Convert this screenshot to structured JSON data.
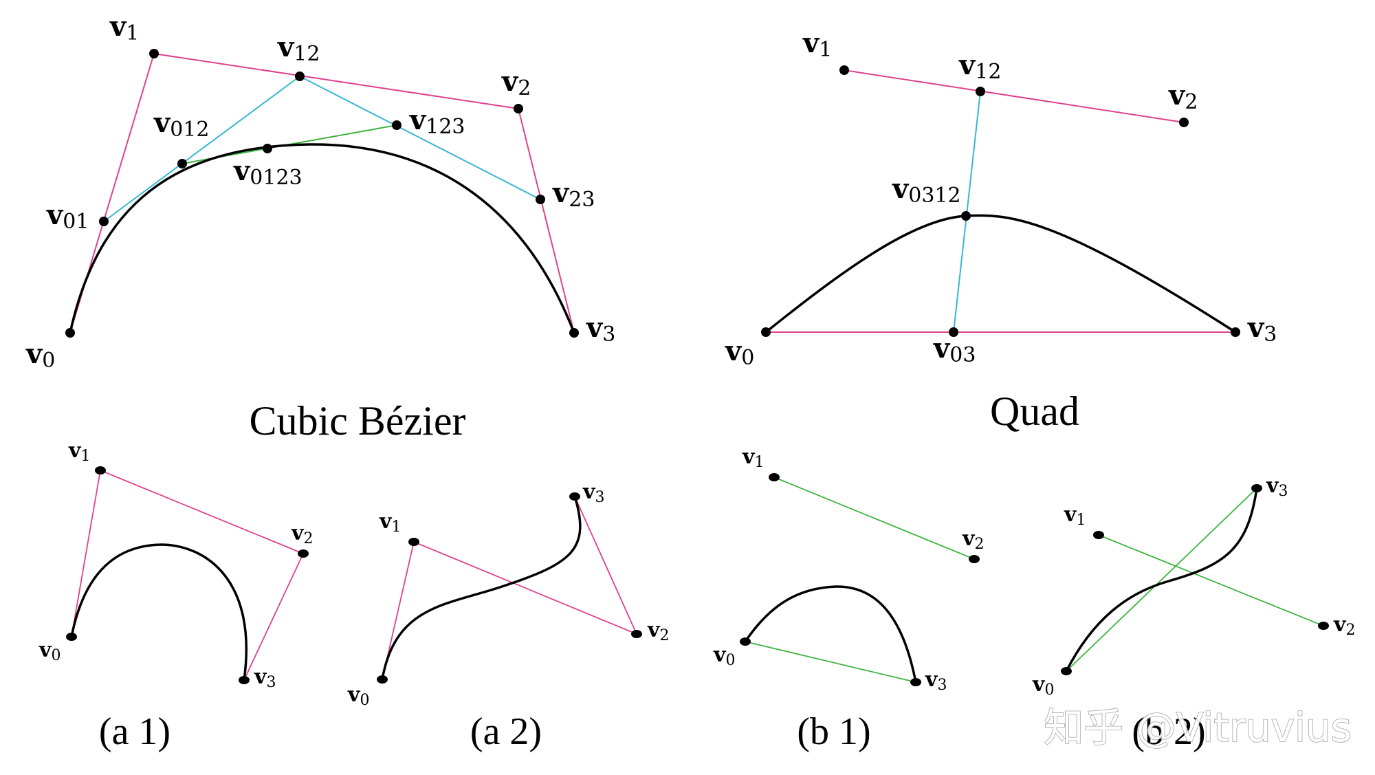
{
  "colors": {
    "control_polygon": "#e0408f",
    "level2": "#36b6d6",
    "level3": "#3cb43c",
    "curve": "#000000",
    "watermark_stroke": "#9a9a9a"
  },
  "captions": {
    "cubic": "Cubic Bézier",
    "quad": "Quad",
    "a1": "(a 1)",
    "a2": "(a 2)",
    "b1": "(b 1)",
    "b2": "(b 2)"
  },
  "watermark": "知乎 @Vitruvius",
  "labels": {
    "cubic": {
      "v0": "0",
      "v1": "1",
      "v2": "2",
      "v3": "3",
      "v01": "01",
      "v12": "12",
      "v23": "23",
      "v012": "012",
      "v123": "123",
      "v0123": "0123"
    },
    "quad": {
      "v0": "0",
      "v1": "1",
      "v2": "2",
      "v3": "3",
      "v12": "12",
      "v03": "03",
      "v0312": "0312"
    },
    "a1": {
      "v0": "0",
      "v1": "1",
      "v2": "2",
      "v3": "3"
    },
    "a2": {
      "v0": "0",
      "v1": "1",
      "v2": "2",
      "v3": "3"
    },
    "b1": {
      "v0": "0",
      "v1": "1",
      "v2": "2",
      "v3": "3"
    },
    "b2": {
      "v0": "0",
      "v1": "1",
      "v2": "2",
      "v3": "3"
    }
  },
  "vector_letter": "v"
}
